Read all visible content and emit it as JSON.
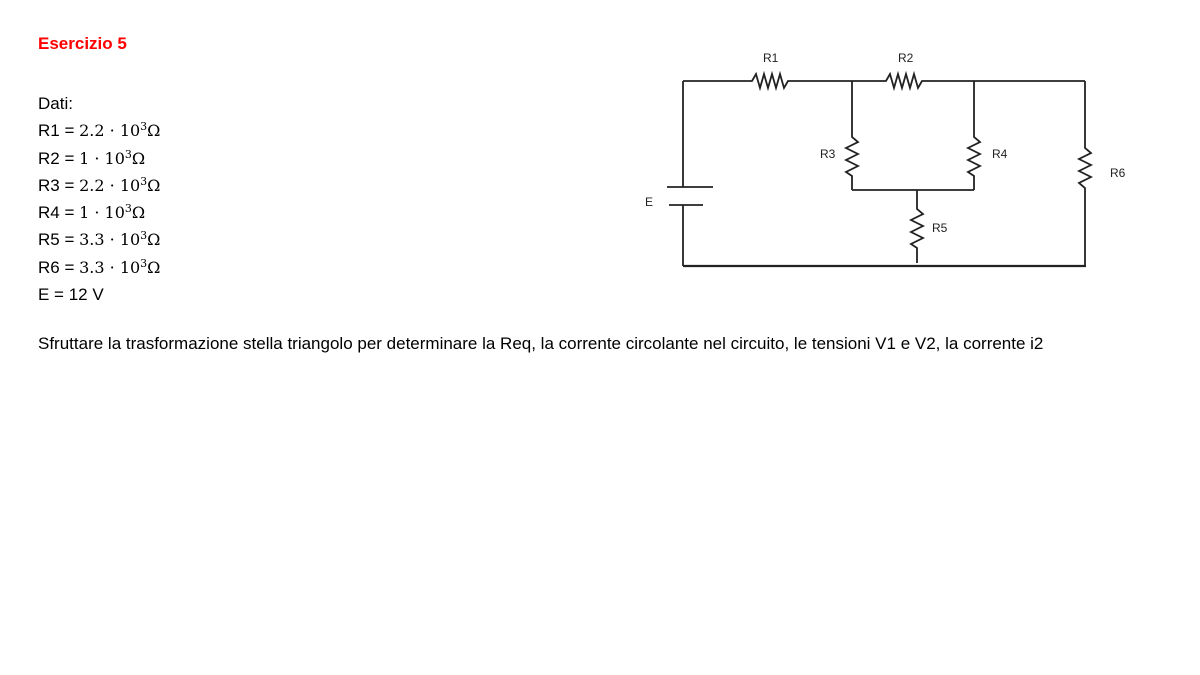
{
  "title": "Esercizio 5",
  "given": {
    "heading": "Dati:",
    "values": [
      {
        "name": "R1",
        "eq": " = ",
        "mantissa": "2.2 · 10",
        "exp": "3",
        "unit": "Ω"
      },
      {
        "name": "R2",
        "eq": " = ",
        "mantissa": "1 · 10",
        "exp": "3",
        "unit": "Ω"
      },
      {
        "name": "R3",
        "eq": " = ",
        "mantissa": "2.2 · 10",
        "exp": "3",
        "unit": "Ω"
      },
      {
        "name": "R4",
        "eq": " = ",
        "mantissa": "1 · 10",
        "exp": "3",
        "unit": "Ω"
      },
      {
        "name": "R5",
        "eq": " = ",
        "mantissa": "3.3 · 10",
        "exp": "3",
        "unit": "Ω"
      },
      {
        "name": "R6",
        "eq": " = ",
        "mantissa": "3.3 · 10",
        "exp": "3",
        "unit": "Ω"
      }
    ],
    "source": "E = 12 V"
  },
  "circuit": {
    "labels": {
      "r1": "R1",
      "r2": "R2",
      "r3": "R3",
      "r4": "R4",
      "r5": "R5",
      "r6": "R6",
      "e": "E"
    },
    "wire_color": "#222222"
  },
  "instructions": "Sfruttare la trasformazione stella triangolo per determinare la Req, la corrente circolante nel circuito, le tensioni V1 e V2, la corrente i2"
}
